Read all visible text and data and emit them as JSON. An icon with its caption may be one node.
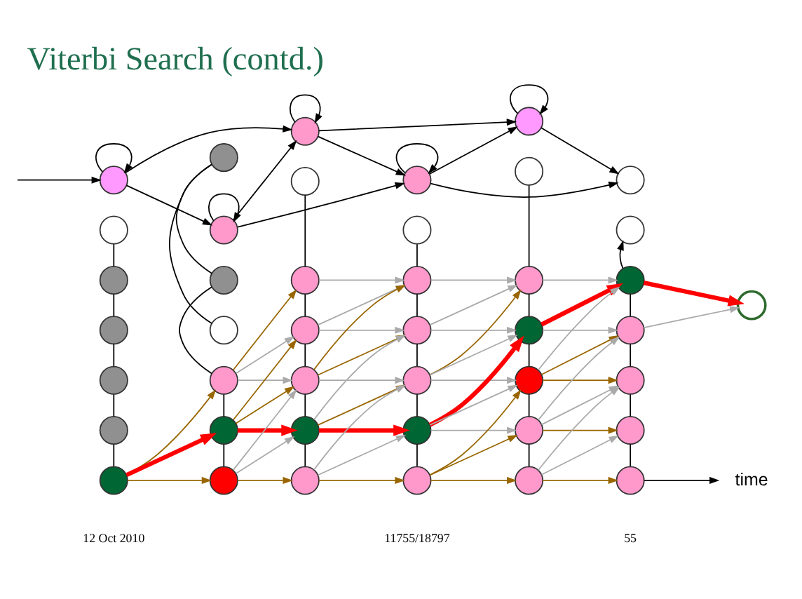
{
  "diagram": {
    "title": "Viterbi Search (contd.)",
    "nodes": [
      {
        "text": [],
        "shape": "circle"
      },
      {
        "text": [],
        "shape": "circle"
      },
      {
        "text": [],
        "shape": "circle"
      },
      {
        "text": [],
        "shape": "circle"
      },
      {
        "text": [],
        "shape": "circle"
      },
      {
        "text": [],
        "shape": "circle"
      },
      {
        "text": [],
        "shape": "circle"
      },
      {
        "text": [],
        "shape": "circle"
      },
      {
        "text": [],
        "shape": "circle"
      },
      {
        "text": [],
        "shape": "circle"
      },
      {
        "text": [],
        "shape": "circle"
      },
      {
        "text": [],
        "shape": "circle"
      },
      {
        "text": [],
        "shape": "circle"
      },
      {
        "text": [],
        "shape": "circle"
      },
      {
        "text": [],
        "shape": "circle"
      },
      {
        "text": [],
        "shape": "circle"
      },
      {
        "text": [],
        "shape": "circle"
      },
      {
        "text": [],
        "shape": "circle"
      },
      {
        "text": [],
        "shape": "circle"
      },
      {
        "text": [],
        "shape": "circle"
      },
      {
        "text": [],
        "shape": "circle"
      },
      {
        "text": [],
        "shape": "circle"
      },
      {
        "text": [],
        "shape": "circle"
      },
      {
        "text": [],
        "shape": "circle"
      },
      {
        "text": [],
        "shape": "circle"
      },
      {
        "text": [],
        "shape": "circle"
      },
      {
        "text": [],
        "shape": "circle"
      },
      {
        "text": [],
        "shape": "circle"
      },
      {
        "text": [],
        "shape": "circle"
      },
      {
        "text": [],
        "shape": "circle"
      },
      {
        "text": [],
        "shape": "circle"
      },
      {
        "text": [],
        "shape": "circle"
      },
      {
        "text": [],
        "shape": "circle"
      },
      {
        "text": [],
        "shape": "circle"
      },
      {
        "text": [],
        "shape": "circle"
      },
      {
        "text": [],
        "shape": "circle"
      },
      {
        "text": [],
        "shape": "circle"
      },
      {
        "text": [],
        "shape": "circle"
      },
      {
        "text": [],
        "shape": "circle"
      },
      {
        "text": [],
        "shape": "circle"
      },
      {
        "text": [],
        "shape": "circle"
      },
      {
        "text": [],
        "shape": "circle"
      },
      {
        "text": [],
        "shape": "circle"
      },
      {
        "text": [
          "time"
        ]
      }
    ],
    "edges": [
      {
        "from": null,
        "to": 0,
        "arrow": "to"
      },
      {
        "from": 0,
        "to": 0,
        "arrow": "to"
      },
      {
        "from": 1,
        "to": 1,
        "arrow": "to"
      },
      {
        "from": 2,
        "to": 2,
        "arrow": "to"
      },
      {
        "from": 3,
        "to": 3,
        "arrow": "to"
      },
      {
        "from": 4,
        "to": 4,
        "arrow": "to"
      },
      {
        "from": 0,
        "to": 1,
        "arrow": "to"
      },
      {
        "from": 1,
        "to": 2,
        "arrow": "to"
      },
      {
        "from": 2,
        "to": 3,
        "arrow": "to"
      },
      {
        "from": 3,
        "to": 4,
        "arrow": "to"
      },
      {
        "from": 4,
        "to": 5,
        "arrow": "to"
      },
      {
        "from": 0,
        "to": 2,
        "arrow": "to"
      },
      {
        "from": 1,
        "to": 3,
        "arrow": "to"
      },
      {
        "from": 2,
        "to": 4,
        "arrow": "to"
      },
      {
        "from": 3,
        "to": 5,
        "arrow": "to"
      },
      {
        "from": 6,
        "to": 13,
        "arrow": "none"
      },
      {
        "from": 13,
        "to": 19,
        "arrow": "none"
      },
      {
        "from": 19,
        "to": 25,
        "arrow": "none"
      },
      {
        "from": 25,
        "to": 31,
        "arrow": "none"
      },
      {
        "from": 31,
        "to": 37,
        "arrow": "none"
      },
      {
        "from": 7,
        "to": 14,
        "arrow": "none"
      },
      {
        "from": 14,
        "to": 20,
        "arrow": "none"
      },
      {
        "from": 20,
        "to": 26,
        "arrow": "none"
      },
      {
        "from": 26,
        "to": 32,
        "arrow": "none"
      },
      {
        "from": 32,
        "to": 38,
        "arrow": "none"
      },
      {
        "from": 8,
        "to": 15,
        "arrow": "none"
      },
      {
        "from": 15,
        "to": 21,
        "arrow": "none"
      },
      {
        "from": 21,
        "to": 27,
        "arrow": "none"
      },
      {
        "from": 27,
        "to": 33,
        "arrow": "none"
      },
      {
        "from": 33,
        "to": 39,
        "arrow": "none"
      },
      {
        "from": 9,
        "to": 16,
        "arrow": "none"
      },
      {
        "from": 16,
        "to": 22,
        "arrow": "none"
      },
      {
        "from": 22,
        "to": 28,
        "arrow": "none"
      },
      {
        "from": 28,
        "to": 34,
        "arrow": "none"
      },
      {
        "from": 34,
        "to": 40,
        "arrow": "none"
      },
      {
        "from": 10,
        "to": 17,
        "arrow": "none"
      },
      {
        "from": 17,
        "to": 23,
        "arrow": "none"
      },
      {
        "from": 23,
        "to": 29,
        "arrow": "none"
      },
      {
        "from": 29,
        "to": 35,
        "arrow": "none"
      },
      {
        "from": 35,
        "to": 41,
        "arrow": "none"
      },
      {
        "from": 18,
        "to": 11,
        "arrow": "to"
      },
      {
        "from": 18,
        "to": 24,
        "arrow": "none"
      },
      {
        "from": 24,
        "to": 30,
        "arrow": "none"
      },
      {
        "from": 30,
        "to": 36,
        "arrow": "none"
      },
      {
        "from": 36,
        "to": 42,
        "arrow": "none"
      },
      {
        "from": 37,
        "to": 38,
        "arrow": "to",
        "color": "#996600"
      },
      {
        "from": 37,
        "to": 32,
        "arrow": "to",
        "style": "thick",
        "color": "#ff0000"
      },
      {
        "from": 37,
        "to": 26,
        "arrow": "to",
        "color": "#996600"
      },
      {
        "from": 38,
        "to": 39,
        "arrow": "to",
        "color": "#996600"
      },
      {
        "from": 38,
        "to": 33,
        "arrow": "to",
        "color": "#aaaaaa"
      },
      {
        "from": 38,
        "to": 27,
        "arrow": "to",
        "color": "#aaaaaa"
      },
      {
        "from": 32,
        "to": 33,
        "arrow": "to",
        "style": "thick",
        "color": "#ff0000"
      },
      {
        "from": 32,
        "to": 27,
        "arrow": "to",
        "color": "#996600"
      },
      {
        "from": 32,
        "to": 21,
        "arrow": "to",
        "color": "#996600"
      },
      {
        "from": 26,
        "to": 27,
        "arrow": "to",
        "color": "#aaaaaa"
      },
      {
        "from": 26,
        "to": 21,
        "arrow": "to",
        "color": "#aaaaaa"
      },
      {
        "from": 26,
        "to": 15,
        "arrow": "to",
        "color": "#996600"
      },
      {
        "from": 39,
        "to": 40,
        "arrow": "to",
        "color": "#996600"
      },
      {
        "from": 39,
        "to": 34,
        "arrow": "to",
        "color": "#aaaaaa"
      },
      {
        "from": 39,
        "to": 28,
        "arrow": "to",
        "color": "#aaaaaa"
      },
      {
        "from": 33,
        "to": 34,
        "arrow": "to",
        "style": "thick",
        "color": "#ff0000"
      },
      {
        "from": 33,
        "to": 28,
        "arrow": "to",
        "color": "#996600"
      },
      {
        "from": 33,
        "to": 22,
        "arrow": "to",
        "color": "#aaaaaa"
      },
      {
        "from": 27,
        "to": 28,
        "arrow": "to",
        "color": "#aaaaaa"
      },
      {
        "from": 27,
        "to": 22,
        "arrow": "to",
        "color": "#996600"
      },
      {
        "from": 27,
        "to": 16,
        "arrow": "to",
        "color": "#996600"
      },
      {
        "from": 21,
        "to": 22,
        "arrow": "to",
        "color": "#aaaaaa"
      },
      {
        "from": 21,
        "to": 16,
        "arrow": "to",
        "color": "#aaaaaa"
      },
      {
        "from": 15,
        "to": 16,
        "arrow": "to",
        "color": "#aaaaaa"
      },
      {
        "from": 40,
        "to": 41,
        "arrow": "to",
        "color": "#996600"
      },
      {
        "from": 40,
        "to": 35,
        "arrow": "to",
        "color": "#996600"
      },
      {
        "from": 40,
        "to": 29,
        "arrow": "to",
        "color": "#996600"
      },
      {
        "from": 34,
        "to": 35,
        "arrow": "to",
        "color": "#aaaaaa"
      },
      {
        "from": 34,
        "to": 29,
        "arrow": "to",
        "color": "#aaaaaa"
      },
      {
        "from": 34,
        "to": 23,
        "arrow": "to",
        "style": "thick",
        "color": "#ff0000"
      },
      {
        "from": 28,
        "to": 29,
        "arrow": "to",
        "color": "#aaaaaa"
      },
      {
        "from": 28,
        "to": 23,
        "arrow": "to",
        "color": "#aaaaaa"
      },
      {
        "from": 28,
        "to": 17,
        "arrow": "to",
        "color": "#996600"
      },
      {
        "from": 22,
        "to": 23,
        "arrow": "to",
        "color": "#aaaaaa"
      },
      {
        "from": 22,
        "to": 17,
        "arrow": "to",
        "color": "#aaaaaa"
      },
      {
        "from": 16,
        "to": 17,
        "arrow": "to",
        "color": "#aaaaaa"
      },
      {
        "from": 41,
        "to": 42,
        "arrow": "to",
        "color": "#996600"
      },
      {
        "from": 41,
        "to": 36,
        "arrow": "to",
        "color": "#aaaaaa"
      },
      {
        "from": 41,
        "to": 30,
        "arrow": "to",
        "color": "#aaaaaa"
      },
      {
        "from": 35,
        "to": 36,
        "arrow": "to",
        "color": "#996600"
      },
      {
        "from": 35,
        "to": 30,
        "arrow": "to",
        "color": "#aaaaaa"
      },
      {
        "from": 35,
        "to": 24,
        "arrow": "to",
        "color": "#aaaaaa"
      },
      {
        "from": 29,
        "to": 30,
        "arrow": "to",
        "color": "#996600"
      },
      {
        "from": 29,
        "to": 24,
        "arrow": "to",
        "color": "#996600"
      },
      {
        "from": 29,
        "to": 18,
        "arrow": "to",
        "color": "#aaaaaa"
      },
      {
        "from": 23,
        "to": 24,
        "arrow": "to",
        "color": "#aaaaaa"
      },
      {
        "from": 23,
        "to": 18,
        "arrow": "to",
        "style": "thick",
        "color": "#ff0000"
      },
      {
        "from": 17,
        "to": 18,
        "arrow": "to",
        "color": "#aaaaaa"
      },
      {
        "from": 18,
        "to": 12,
        "arrow": "to",
        "style": "thick",
        "color": "#ff0000"
      },
      {
        "from": 24,
        "to": 12,
        "arrow": "to",
        "color": "#aaaaaa"
      },
      {
        "from": 42,
        "to": 43,
        "arrow": "to"
      }
    ],
    "labels": [
      "12 Oct 2010",
      "11755/18797",
      "55"
    ]
  }
}
